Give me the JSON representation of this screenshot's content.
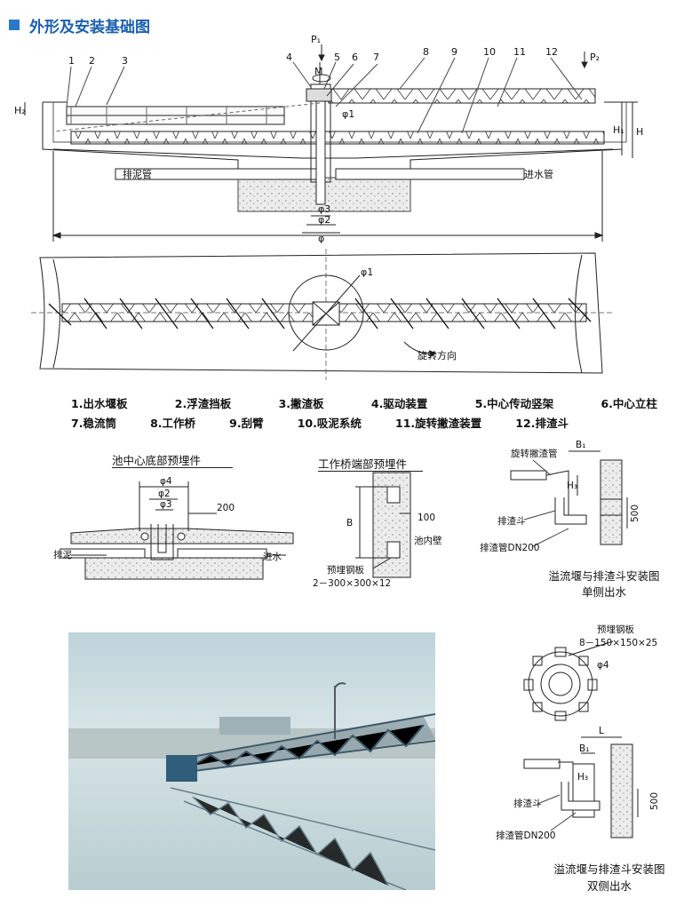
{
  "header": {
    "title": "外形及安装基础图",
    "accent": "#2a78c8"
  },
  "elevation": {
    "callouts": [
      "1",
      "2",
      "3",
      "4",
      "5",
      "6",
      "7",
      "8",
      "9",
      "10",
      "11",
      "12"
    ],
    "labels": {
      "p1": "P₁",
      "p2": "P₂",
      "m": "M",
      "h2": "H₂",
      "h1": "H₁",
      "h": "H",
      "phi1": "φ1",
      "phi2": "φ2",
      "phi3": "φ3",
      "phi": "φ",
      "sludge": "排泥管",
      "inlet": "进水管"
    }
  },
  "plan": {
    "phi1": "φ1",
    "rotation": "旋转方向"
  },
  "legend": {
    "row1": [
      "1.出水堰板",
      "2.浮渣挡板",
      "3.撇渣板",
      "4.驱动装置",
      "5.中心传动竖架",
      "6.中心立柱"
    ],
    "row2": [
      "7.稳流筒",
      "8.工作桥",
      "9.刮臂",
      "10.吸泥系统",
      "11.旋转撇渣装置",
      "12.排渣斗"
    ]
  },
  "detail_center": {
    "title": "池中心底部预埋件",
    "phi4": "φ4",
    "phi2": "φ2",
    "phi3": "φ3",
    "dim": "200",
    "sludge": "排泥",
    "inlet": "进水"
  },
  "detail_bridge": {
    "title": "工作桥端部预埋件",
    "b": "B",
    "dim": "100",
    "wall": "池内壁",
    "plate": "预埋钢板",
    "plate_spec": "2－300×300×12"
  },
  "detail_single": {
    "skimmer": "旋转撇渣管",
    "b1": "B₁",
    "h3": "H₃",
    "hopper": "排渣斗",
    "pipe": "排渣管DN200",
    "dim": "500",
    "caption1": "溢流堰与排渣斗安装图",
    "caption2": "单侧出水"
  },
  "detail_ring": {
    "plate": "预埋钢板",
    "spec": "8－150×150×25",
    "phi4": "φ4"
  },
  "detail_double": {
    "l": "L",
    "b1": "B₁",
    "h3": "H₃",
    "hopper": "排渣斗",
    "pipe": "排渣管DN200",
    "dim": "500",
    "caption1": "溢流堰与排渣斗安装图",
    "caption2": "双侧出水"
  },
  "photo": {
    "alt": "clarifier-bridge-photo"
  }
}
